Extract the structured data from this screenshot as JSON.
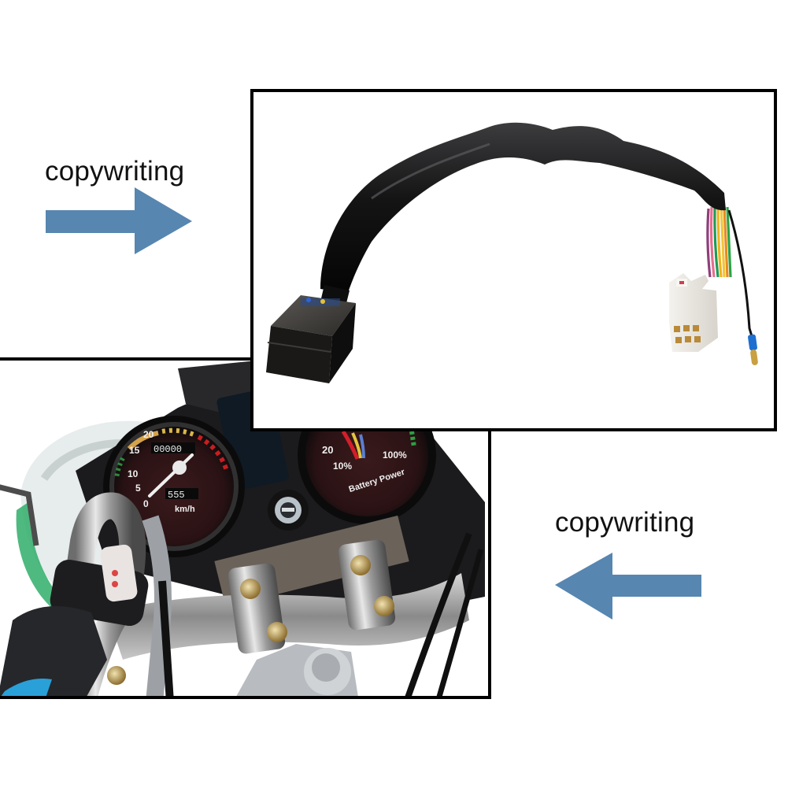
{
  "callouts": [
    {
      "id": "top-left",
      "text": "copywriting",
      "arrow_direction": "right"
    },
    {
      "id": "bottom-right",
      "text": "copywriting",
      "arrow_direction": "left"
    }
  ],
  "colors": {
    "arrow": "#5786b0",
    "frame": "#000000",
    "background": "#ffffff"
  },
  "product_photo": {
    "subject": "flasher relay with wiring harness",
    "connector_pins": 6
  },
  "dashboard_photo": {
    "speedometer": {
      "ticks": [
        "0",
        "5",
        "10",
        "15",
        "20"
      ],
      "odometer": "00000",
      "trip": "555",
      "unit": "km/h"
    },
    "battery_gauge": {
      "labels": [
        "20",
        "10%",
        "100%"
      ],
      "title": "Battery Power"
    }
  }
}
